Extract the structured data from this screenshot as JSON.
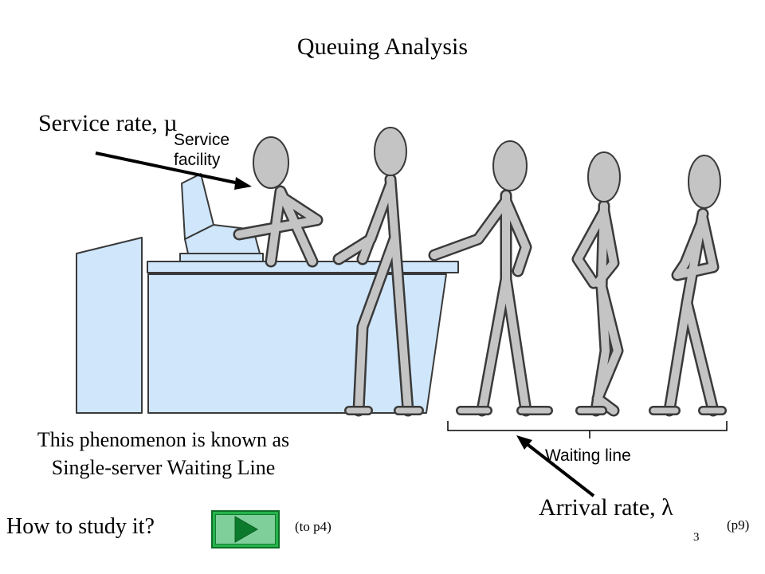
{
  "slide": {
    "title": "Queuing Analysis",
    "service_rate_label": "Service rate, µ",
    "service_facility_label": "Service\nfacility",
    "waiting_line_label": "Waiting line",
    "phenomenon_text": "This phenomenon is known as Single-server Waiting Line",
    "arrival_rate_label": "Arrival rate, λ",
    "question": "How to study it?",
    "next_link": "(to p4)",
    "ref_link": "(p9)",
    "page_number": "3"
  },
  "colors": {
    "desk_fill": "#cfe6fb",
    "figure_fill": "#c4c4c4",
    "button_fill": "#26b34a"
  },
  "icons": {
    "next_button": "play-triangle-icon"
  }
}
